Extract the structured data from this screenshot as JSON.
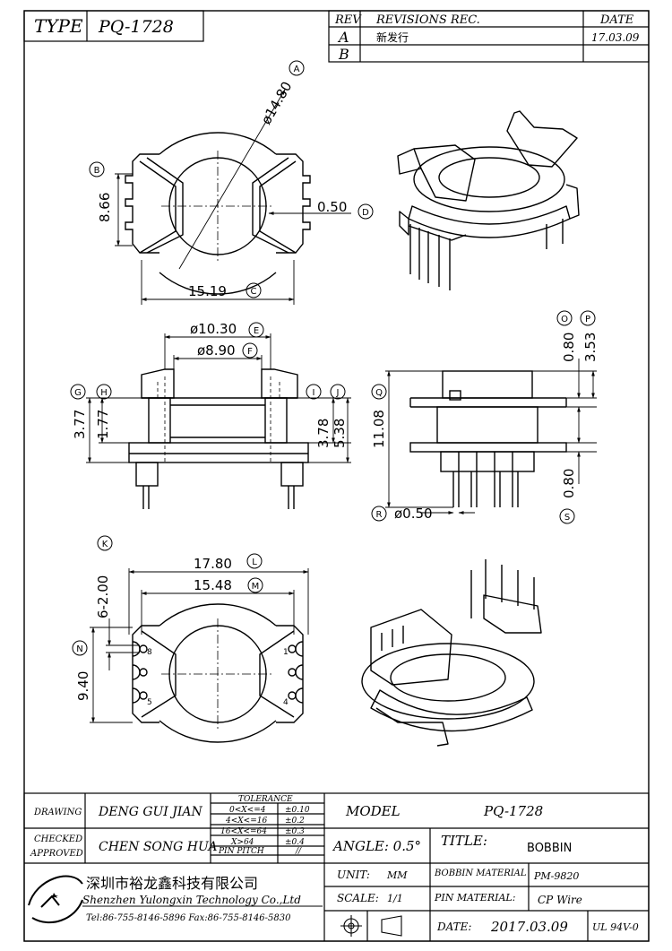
{
  "header": {
    "type_label": "TYPE",
    "type_value": "PQ-1728",
    "rev_label": "REV",
    "revisions_label": "REVISIONS REC.",
    "date_label": "DATE",
    "rows": [
      {
        "rev": "A",
        "rec": "新发行",
        "date": "17.03.09"
      },
      {
        "rev": "B",
        "rec": "",
        "date": ""
      }
    ]
  },
  "dimensions": {
    "d14_80": "ø14.80",
    "d8_66": "8.66",
    "d0_50": "0.50",
    "d15_19": "15.19",
    "d10_30": "ø10.30",
    "d8_90": "ø8.90",
    "d3_77": "3.77",
    "d1_77": "1.77",
    "d3_78": "3.78",
    "d5_38": "5.38",
    "d11_08": "11.08",
    "d0_80a": "0.80",
    "d3_53": "3.53",
    "d0_80b": "0.80",
    "d0_50pin": "ø0.50",
    "d17_80": "17.80",
    "d15_48": "15.48",
    "d6_2_00": "6-2.00",
    "d9_40": "9.40"
  },
  "markers": [
    "A",
    "B",
    "C",
    "D",
    "E",
    "F",
    "G",
    "H",
    "I",
    "J",
    "K",
    "L",
    "M",
    "N",
    "O",
    "P",
    "Q",
    "R",
    "S"
  ],
  "pin_numbers": {
    "p8": "8",
    "p5": "5",
    "p1": "1",
    "p4": "4"
  },
  "title_block": {
    "drawing_label": "DRAWING",
    "drawer": "DENG GUI JIAN",
    "checked_label": "CHECKED",
    "approved_label": "APPROVED",
    "checker": "CHEN SONG HUA",
    "tolerance_label": "TOLERANCE",
    "tolerances": [
      {
        "range": "0<X<=4",
        "tol": "±0.10"
      },
      {
        "range": "4<X<=16",
        "tol": "±0.2"
      },
      {
        "range": "16<X<=64",
        "tol": "±0.3"
      },
      {
        "range": "X>64",
        "tol": "±0.4"
      }
    ],
    "pin_pitch_label": "PIN PITCH",
    "pin_pitch_value": "//",
    "model_label": "MODEL",
    "model_value": "PQ-1728",
    "angle_label": "ANGLE: 0.5°",
    "title_label": "TITLE:",
    "title_value": "BOBBIN",
    "unit_label": "UNIT:",
    "unit_value": "MM",
    "bobbin_material_label": "BOBBIN MATERIAL",
    "bobbin_material_value": "PM-9820",
    "scale_label": "SCALE:",
    "scale_value": "1/1",
    "pin_material_label": "PIN MATERIAL:",
    "pin_material_value": "CP Wire",
    "date_label": "DATE:",
    "date_value": "2017.03.09",
    "ul_value": "UL 94V-0",
    "company_cn": "深圳市裕龙鑫科技有限公司",
    "company_en": "Shenzhen Yulongxin Technology Co.,Ltd",
    "contact": "Tel:86-755-8146-5896  Fax:86-755-8146-5830"
  }
}
